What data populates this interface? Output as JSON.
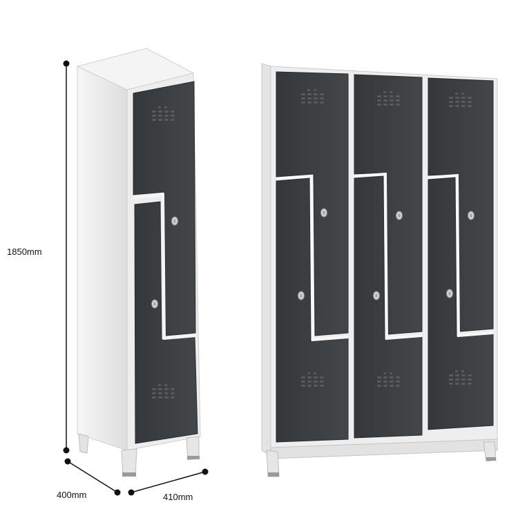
{
  "dimensions": {
    "height": "1850mm",
    "depth": "400mm",
    "width": "410mm"
  },
  "colors": {
    "frame": "#efefef",
    "frame_shade": "#d9d9d9",
    "door": "#3b3f41",
    "door_dark": "#2e3133",
    "vent": "#5a5f62",
    "dimension_line": "#111111"
  },
  "lockers": {
    "single_unit_columns": 1,
    "triple_unit_columns": 3,
    "doors_per_column": 2,
    "door_style": "Z-shaped"
  }
}
